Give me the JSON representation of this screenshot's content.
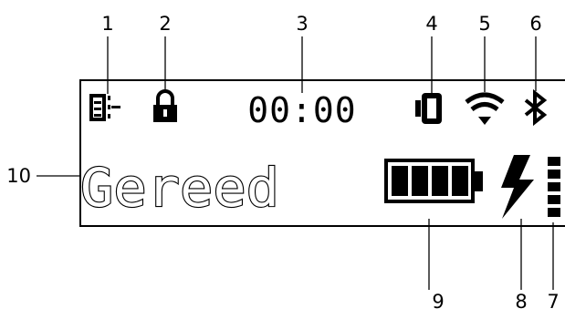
{
  "display": {
    "clock": "00:00",
    "status": "Gereed"
  },
  "callouts": {
    "c1": "1",
    "c2": "2",
    "c3": "3",
    "c4": "4",
    "c5": "5",
    "c6": "6",
    "c7": "7",
    "c8": "8",
    "c9": "9",
    "c10": "10"
  },
  "icons": {
    "c1": "print-data-icon",
    "c2": "lock-icon",
    "c4": "bluetooth-device-icon",
    "c5": "wifi-icon",
    "c6": "bluetooth-icon",
    "c7": "signal-level-icon",
    "c8": "charging-icon",
    "c9": "battery-icon"
  },
  "battery": {
    "level": 1.0,
    "bars": 4
  },
  "colors": {
    "ink": "#000000",
    "background": "#ffffff"
  }
}
